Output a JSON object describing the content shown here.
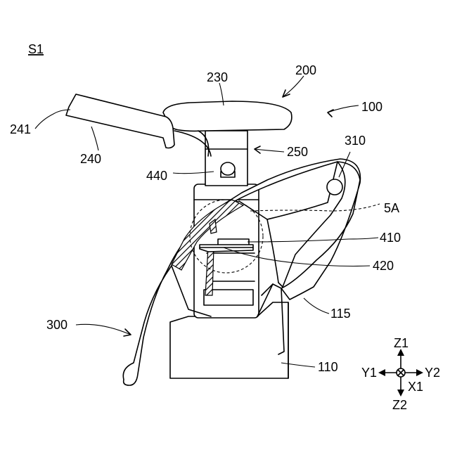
{
  "figure": {
    "id_label": "S1",
    "labels": {
      "l100": "100",
      "l110": "110",
      "l115": "115",
      "l200": "200",
      "l230": "230",
      "l240": "240",
      "l241": "241",
      "l250": "250",
      "l300": "300",
      "l310": "310",
      "l410": "410",
      "l420": "420",
      "l440": "440",
      "l5a": "5A"
    },
    "axes": {
      "z1": "Z1",
      "z2": "Z2",
      "y1": "Y1",
      "y2": "Y2",
      "x1": "X1"
    }
  }
}
